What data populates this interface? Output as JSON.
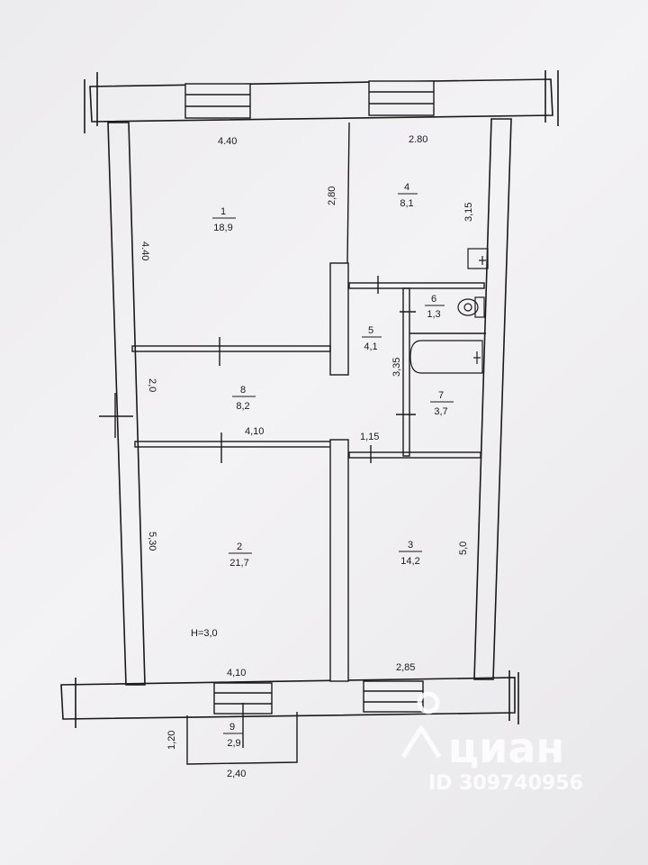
{
  "rooms": [
    {
      "id": "1",
      "area": "18,9"
    },
    {
      "id": "2",
      "area": "21,7"
    },
    {
      "id": "3",
      "area": "14,2"
    },
    {
      "id": "4",
      "area": "8,1"
    },
    {
      "id": "5",
      "area": "4,1"
    },
    {
      "id": "6",
      "area": "1,3"
    },
    {
      "id": "7",
      "area": "3,7"
    },
    {
      "id": "8",
      "area": "8,2"
    },
    {
      "id": "9",
      "area": "2,9"
    }
  ],
  "dimensions": {
    "top_left_width": "4.40",
    "top_right_width": "2.80",
    "room1_depth": "4.40",
    "partition_1_4": "2,80",
    "room4_depth": "3,15",
    "corridor_depth": "2,0",
    "corridor_width": "4,10",
    "bath_width": "1,15",
    "hall_depth": "3,35",
    "room2_depth": "5,30",
    "room3_depth": "5,0",
    "bottom_left_width": "4,10",
    "bottom_right_width": "2,85",
    "balcony_depth": "1,20",
    "balcony_width": "2,40"
  },
  "ceiling_height": "H=3,0",
  "watermark": {
    "brand": "циан",
    "id": "ID 309740956"
  },
  "colors": {
    "line": "#1a1a1a",
    "paper": "#f0eff2",
    "watermark": "#ffffff"
  }
}
